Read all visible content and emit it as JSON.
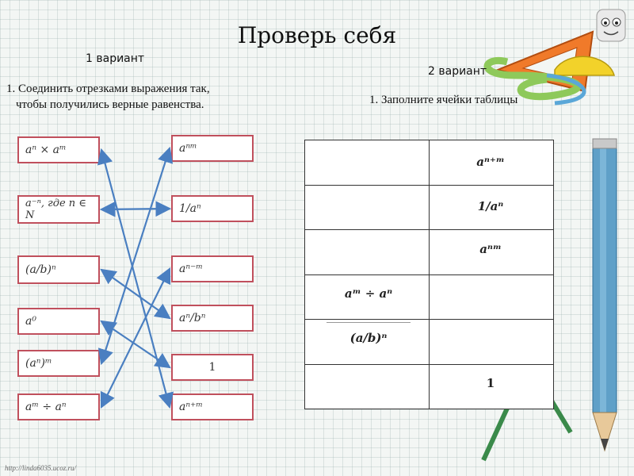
{
  "title": "Проверь себя",
  "variant1": {
    "label": "1 вариант",
    "task_line1": "1. Соединить отрезками выражения так,",
    "task_line2": "чтобы получились верные равенства.",
    "left": [
      "aⁿ × aᵐ",
      "a⁻ⁿ, где n ∈ N",
      "(a/b)ⁿ",
      "a⁰",
      "(aⁿ)ᵐ",
      "aᵐ ÷ aⁿ"
    ],
    "right": [
      "aⁿᵐ",
      "1/aⁿ",
      "aⁿ⁻ᵐ",
      "aⁿ/bⁿ",
      "1",
      "aⁿ⁺ᵐ"
    ],
    "connections": [
      [
        0,
        5
      ],
      [
        1,
        1
      ],
      [
        2,
        3
      ],
      [
        3,
        4
      ],
      [
        4,
        0
      ],
      [
        5,
        2
      ]
    ]
  },
  "variant2": {
    "label": "2 вариант",
    "task_line": "1. Заполните ячейки таблицы",
    "rows": [
      {
        "left": "",
        "right": "aⁿ⁺ᵐ"
      },
      {
        "left": "",
        "right": "1/aⁿ"
      },
      {
        "left": "",
        "right": "aⁿᵐ"
      },
      {
        "left": "aᵐ ÷ aⁿ",
        "right": ""
      },
      {
        "left": "(a/b)ⁿ",
        "right": ""
      },
      {
        "left": "",
        "right": "1"
      }
    ]
  },
  "source_url": "http://linda6035.ucoz.ru/",
  "colors": {
    "box_border": "#c0505d",
    "arrow": "#4a7fc1"
  }
}
